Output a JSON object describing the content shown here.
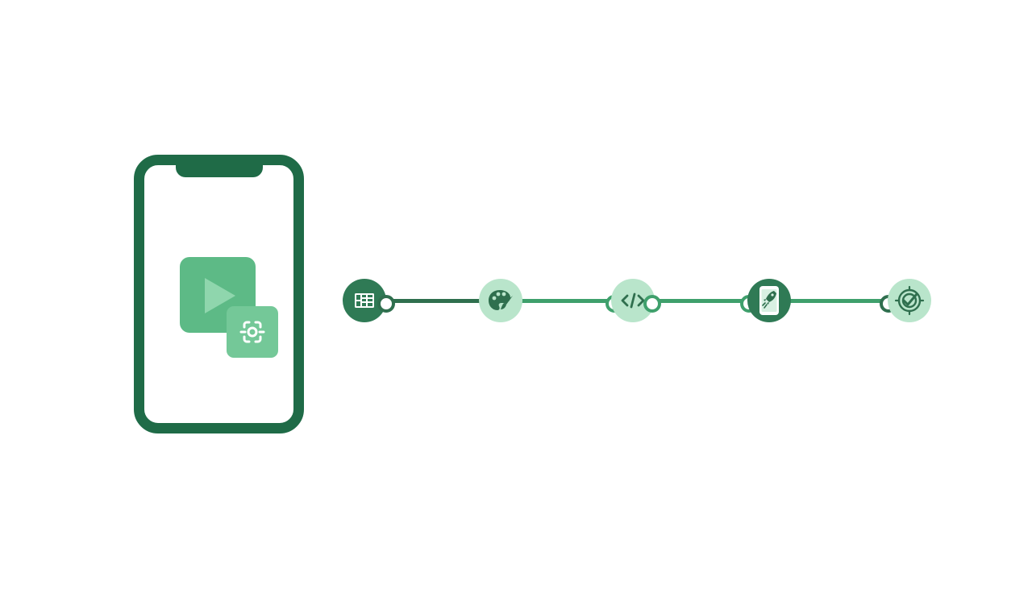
{
  "diagram": {
    "illustration": {
      "device": "phone",
      "primary_icon": "play-icon",
      "secondary_icon": "screen-capture-icon"
    },
    "steps": [
      {
        "icon": "table-grid-icon",
        "state": "active"
      },
      {
        "icon": "palette-brush-icon",
        "state": "pending"
      },
      {
        "icon": "code-brackets-icon",
        "state": "pending"
      },
      {
        "icon": "phone-rocket-icon",
        "state": "active"
      },
      {
        "icon": "target-check-icon",
        "state": "pending"
      }
    ],
    "colors": {
      "dark_green": "#1f6b47",
      "mid_green": "#3fa06c",
      "light_green": "#b6e4c9",
      "tile_green": "#5dba86"
    }
  }
}
